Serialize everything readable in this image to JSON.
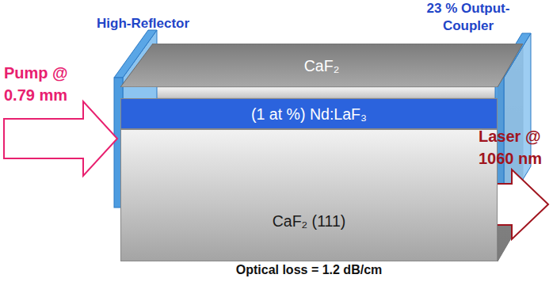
{
  "diagram": {
    "nodes": [
      {
        "text": [
          "CaF₂"
        ]
      },
      {
        "text": [
          "(1 at %) Nd:LaF₃"
        ]
      },
      {
        "text": [
          "CaF₂ (111)"
        ]
      }
    ],
    "labels": [
      "High-Reflector",
      "23 % Output- Coupler",
      "Pump @ 0.79 mm",
      "Laser @ 1060 nm",
      "Optical loss = 1.2 dB/cm"
    ]
  }
}
